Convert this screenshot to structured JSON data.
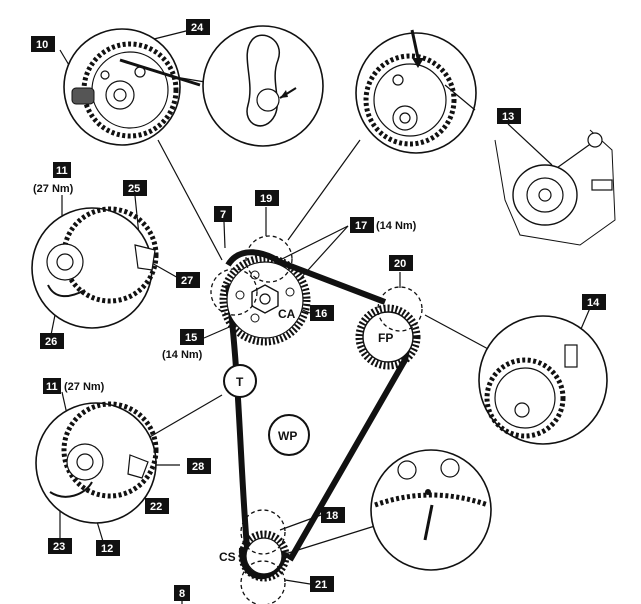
{
  "figure": {
    "callouts": [
      {
        "id": "c7",
        "text": "7"
      },
      {
        "id": "c8",
        "text": "8"
      },
      {
        "id": "c10",
        "text": "10"
      },
      {
        "id": "c11a",
        "text": "11"
      },
      {
        "id": "c11b",
        "text": "11"
      },
      {
        "id": "c12",
        "text": "12"
      },
      {
        "id": "c13",
        "text": "13"
      },
      {
        "id": "c14",
        "text": "14"
      },
      {
        "id": "c15",
        "text": "15"
      },
      {
        "id": "c16",
        "text": "16"
      },
      {
        "id": "c17",
        "text": "17"
      },
      {
        "id": "c18",
        "text": "18"
      },
      {
        "id": "c19",
        "text": "19"
      },
      {
        "id": "c20",
        "text": "20"
      },
      {
        "id": "c21",
        "text": "21"
      },
      {
        "id": "c22",
        "text": "22"
      },
      {
        "id": "c23",
        "text": "23"
      },
      {
        "id": "c24",
        "text": "24"
      },
      {
        "id": "c25",
        "text": "25"
      },
      {
        "id": "c26",
        "text": "26"
      },
      {
        "id": "c27",
        "text": "27"
      },
      {
        "id": "c28",
        "text": "28"
      }
    ],
    "torques": {
      "t11a": "(27 Nm)",
      "t11b": "(27 Nm)",
      "t16": "(14 Nm)",
      "t18": "(14 Nm)"
    },
    "pulleys": {
      "ca": "CA",
      "fp": "FP",
      "t": "T",
      "wp": "WP",
      "cs": "CS"
    }
  }
}
